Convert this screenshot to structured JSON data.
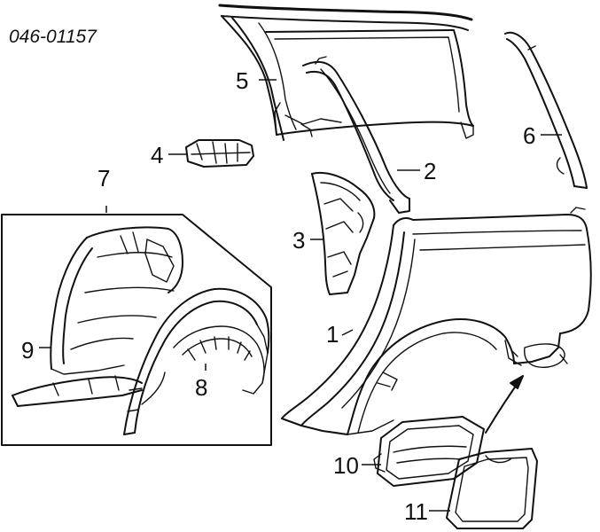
{
  "part_code": "046-01157",
  "callouts": [
    "1",
    "2",
    "3",
    "4",
    "5",
    "6",
    "7",
    "8",
    "9",
    "10",
    "11"
  ]
}
